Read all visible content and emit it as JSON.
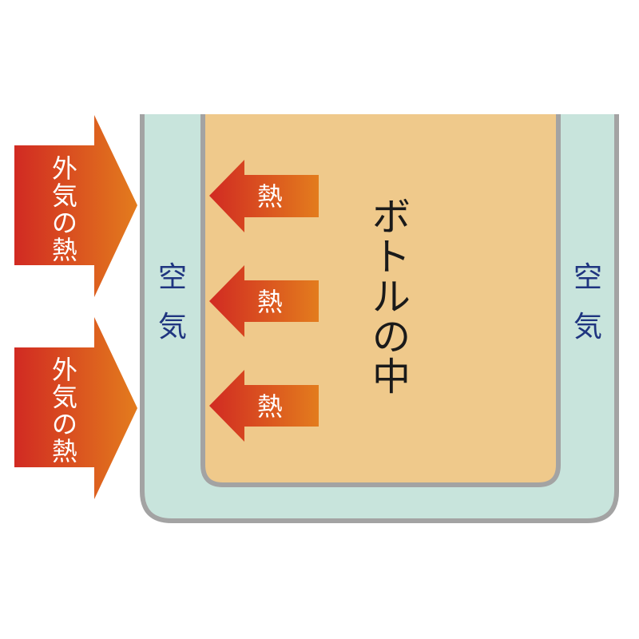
{
  "labels": {
    "inside_bottle": "ボトルの中",
    "air_left": "空気",
    "air_right": "空気",
    "outside_heat_top": "外気の熱",
    "outside_heat_bottom": "外気の熱",
    "heat_arrows": [
      "熱",
      "熱",
      "熱"
    ]
  },
  "colors": {
    "wall_gray": "#a3a3a3",
    "air_layer": "#c8e4dc",
    "bottle_interior": "#efc98b",
    "arrow_red": "#d12a22",
    "arrow_orange": "#e37c1d",
    "air_text": "#1f3580"
  }
}
